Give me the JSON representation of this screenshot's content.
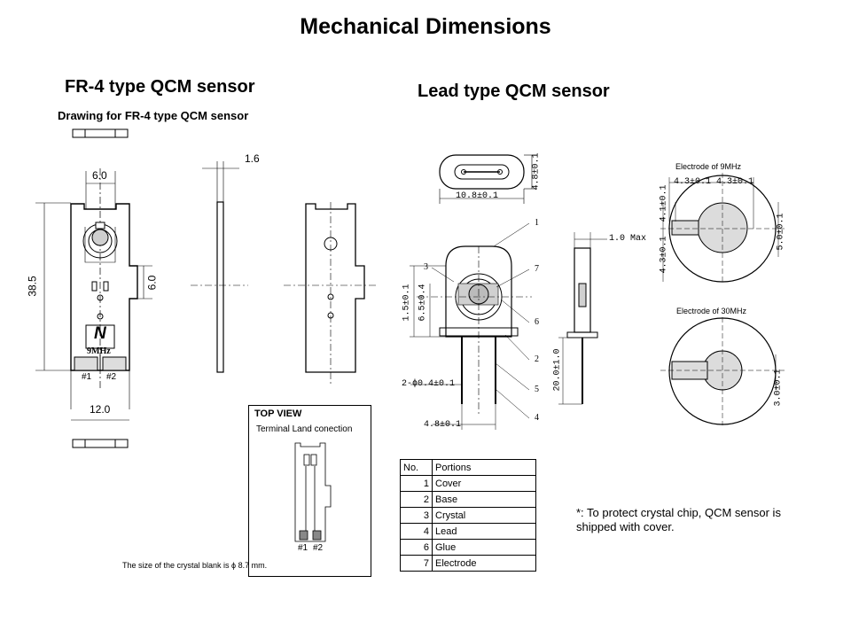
{
  "page": {
    "title": "Mechanical Dimensions"
  },
  "fr4": {
    "heading": "FR-4 type QCM sensor",
    "drawing_caption": "Drawing  for FR-4 type QCM sensor",
    "dims": {
      "top_width": "6.0",
      "height": "38.5",
      "notch": "6.0",
      "bottom_width": "12.0",
      "thickness": "1.6"
    },
    "pin1": "#1",
    "pin2": "#2",
    "freq": "9MHz",
    "logo_letter": "N",
    "top_view": {
      "title": "TOP VIEW",
      "subtitle": "Terminal Land conection",
      "pin1": "#1",
      "pin2": "#2"
    },
    "footnote": "The size of the crystal blank is ϕ 8.7 mm."
  },
  "lead": {
    "heading": "Lead type QCM sensor",
    "dims": {
      "cover_width": "10.8±0.1",
      "cover_height": "4.8±0.1",
      "max_thickness": "1.0 Max",
      "d1": "1.5±0.1",
      "d2": "6.5±0.4",
      "lead_dia": "2-ϕ0.4±0.1",
      "pitch": "4.8±0.1",
      "lead_len": "20.0±1.0"
    },
    "callouts": [
      "1",
      "3",
      "7",
      "6",
      "2",
      "5",
      "4"
    ],
    "electrode_9mhz": {
      "title": "Electrode of 9MHz",
      "w1": "4.3±0.1",
      "w2": "4.3±0.1",
      "h1": "4.1±0.1",
      "h2": "4.3±0.1",
      "h3": "5.0±0.1"
    },
    "electrode_30mhz": {
      "title": "Electrode of 30MHz",
      "h": "3.0±0.1"
    },
    "portions_table": {
      "headers": [
        "No.",
        "Portions"
      ],
      "rows": [
        {
          "no": "1",
          "name": "Cover"
        },
        {
          "no": "2",
          "name": "Base"
        },
        {
          "no": "3",
          "name": "Crystal"
        },
        {
          "no": "4",
          "name": "Lead"
        },
        {
          "no": "6",
          "name": "Glue"
        },
        {
          "no": "7",
          "name": "Electrode"
        }
      ]
    },
    "note": "*: To protect crystal chip, QCM sensor is shipped with cover."
  }
}
